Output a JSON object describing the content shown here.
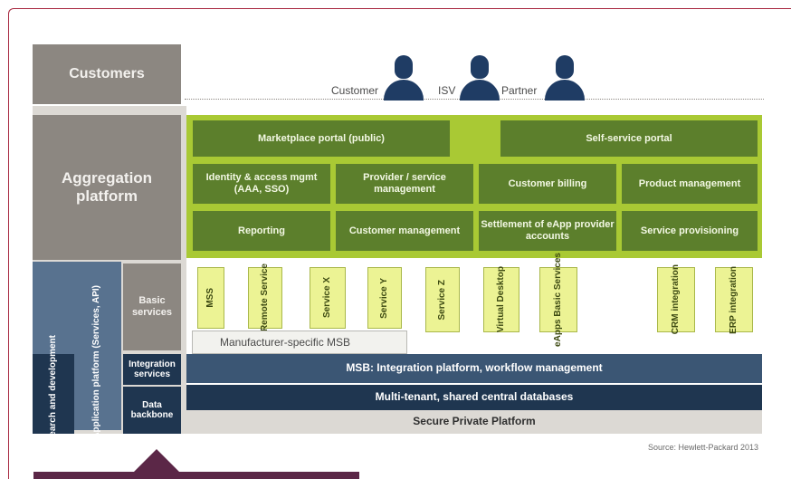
{
  "layers": {
    "customers": "Customers",
    "aggregation": "Aggregation platform",
    "basic_services": "Basic services",
    "integration_services": "Integration services",
    "data_backbone": "Data backbone",
    "research": "Research and development",
    "application_platform": "Application platform (Services, API)"
  },
  "actors": [
    {
      "label": "Customer",
      "icon": "person-icon"
    },
    {
      "label": "ISV",
      "icon": "person-icon"
    },
    {
      "label": "Partner",
      "icon": "person-icon"
    }
  ],
  "portals": {
    "marketplace": "Marketplace portal (public)",
    "self_service": "Self-service portal"
  },
  "modules_row1": [
    "Identity & access mgmt (AAA, SSO)",
    "Provider / service management",
    "Customer billing",
    "Product management"
  ],
  "modules_row2": [
    "Reporting",
    "Customer management",
    "Settlement of eApp provider accounts",
    "Service provisioning"
  ],
  "services": [
    "MSS",
    "Remote Service",
    "Service X",
    "Service Y",
    "Service Z",
    "Virtual Desktop",
    "eApps Basic Services",
    "CRM integration",
    "ERP integration"
  ],
  "msb_label": "Manufacturer-specific MSB",
  "integration_bar": "MSB: Integration platform, workflow management",
  "database_bar": "Multi-tenant, shared central databases",
  "platform_bar": "Secure Private Platform",
  "source": "Source: Hewlett-Packard 2013",
  "colors": {
    "frame": "#a8283f",
    "gray": "#8c8781",
    "lime": "#a9c934",
    "olive": "#5c7f2c",
    "navy": "#1f3650",
    "callout": "#5b2747"
  }
}
